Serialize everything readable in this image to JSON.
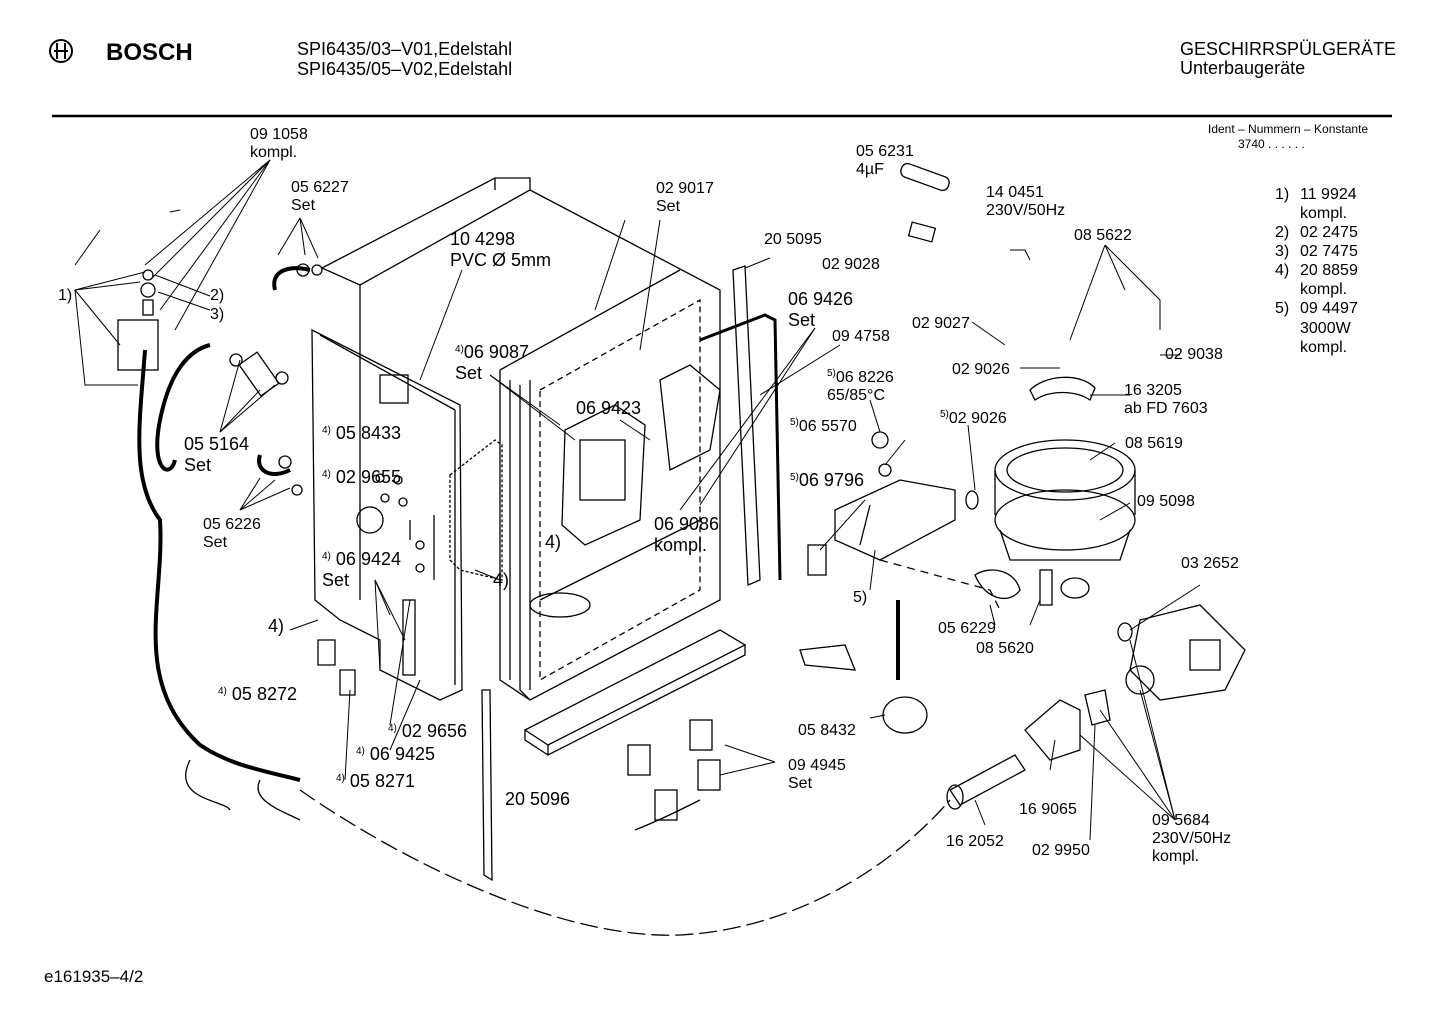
{
  "header": {
    "brand": "BOSCH",
    "model_line_1": "SPI6435/03–V01,Edelstahl",
    "model_line_2": "SPI6435/05–V02,Edelstahl",
    "category_line_1": "GESCHIRRSPÜLGERÄTE",
    "category_line_2": "Unterbaugeräte",
    "ident_title": "Ident – Nummern – Konstante",
    "ident_value": "3740 . . . . . ."
  },
  "footnotes": [
    {
      "key": "1)",
      "part": "11 9924",
      "note": "kompl."
    },
    {
      "key": "2)",
      "part": "02 2475",
      "note": ""
    },
    {
      "key": "3)",
      "part": "02 7475",
      "note": ""
    },
    {
      "key": "4)",
      "part": "20 8859",
      "note": "kompl."
    },
    {
      "key": "5)",
      "part": "09 4497",
      "note": "3000W\nkompl."
    }
  ],
  "labels": {
    "p091058": "09 1058\nkompl.",
    "p056227": "05 6227\nSet",
    "m1": "1)",
    "m2": "2)",
    "m3": "3)",
    "p104298": "10 4298\nPVC Ø 5mm",
    "p069087_sup": "4)",
    "p069087": "06 9087\nSet",
    "p055164": "05 5164\nSet",
    "p058433_sup": "4)",
    "p058433": "05 8433",
    "p029655_sup": "4)",
    "p029655": "02 9655",
    "p056226": "05 6226\nSet",
    "p069424_sup": "4)",
    "p069424": "06 9424\nSet",
    "m4a": "4)",
    "m4b": "4)",
    "m4c": "4)",
    "p058272_sup": "4)",
    "p058272": "05 8272",
    "p029656_sup": "4)",
    "p029656": "02 9656",
    "p069425_sup": "4)",
    "p069425": "06 9425",
    "p058271_sup": "4)",
    "p058271": "05 8271",
    "p205096": "20 5096",
    "p029017": "02 9017\nSet",
    "p205095": "20 5095",
    "p069423": "06 9423",
    "p069426": "06 9426\nSet",
    "p094758": "09 4758",
    "p069086": "06 9086\nkompl.",
    "p056231": "05 6231\n4µF",
    "p029028": "02 9028",
    "p140451": "14 0451\n230V/50Hz",
    "p085622": "08 5622",
    "p029027": "02 9027",
    "p029026a": "02 9026",
    "p029038": "02 9038",
    "p068226_sup": "5)",
    "p068226": "06 8226\n65/85°C",
    "p163205": "16 3205\nab FD 7603",
    "p065570_sup": "5)",
    "p065570": "06 5570",
    "p029026b_sup": "5)",
    "p029026b": "02 9026",
    "p085619": "08 5619",
    "p069796_sup": "5)",
    "p069796": "06 9796",
    "p095098": "09 5098",
    "m5": "5)",
    "p032652": "03 2652",
    "p056229": "05 6229",
    "p085620": "08 5620",
    "p058432": "05 8432",
    "p094945": "09 4945\nSet",
    "p162052": "16 2052",
    "p169065": "16 9065",
    "p029950": "02 9950",
    "p095684": "09 5684\n230V/50Hz\nkompl."
  },
  "footer": {
    "doc_id": "e161935–4/2"
  }
}
